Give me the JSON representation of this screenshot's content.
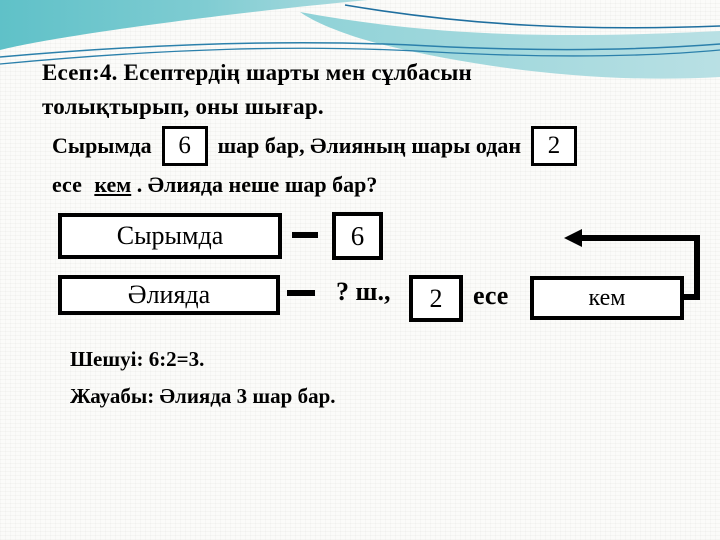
{
  "slide": {
    "title": {
      "line1": "Есеп:4. Есептердің шарты мен сұлбасын",
      "line2": "толықтырып, оны шығар."
    },
    "problem": {
      "part1": "Сырымда",
      "box1_value": "6",
      "part2": "шар бар, Әлияның шары одан",
      "box2_value": "2",
      "part3": "есе",
      "underlined_word": "кем",
      "part4": ". Әлияда неше шар бар?"
    },
    "diagram": {
      "row1_label": "Сырымда",
      "row1_value": "6",
      "row2_label": "Әлияда",
      "row2_unknown": "? ш.,",
      "row2_value": "2",
      "row2_times_word": "есе",
      "row2_relation": "кем"
    },
    "solution": {
      "line1": "Шешуі: 6:2=3.",
      "line2": "Жауабы: Әлияда 3 шар бар."
    },
    "colors": {
      "teal_main": "#68c4ca",
      "teal_light": "#aedce0",
      "wave_line_blue": "#2b80ab",
      "box_border": "#000000",
      "text": "#000000"
    }
  }
}
